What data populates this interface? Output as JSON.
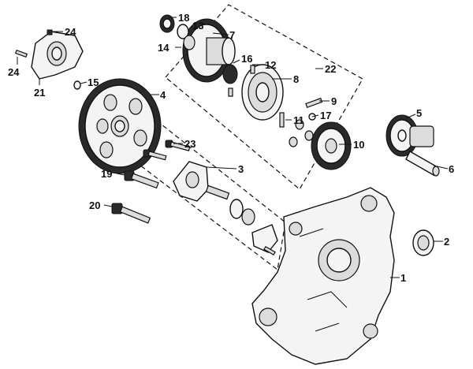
{
  "diagram": {
    "callouts": [
      "1",
      "2",
      "3",
      "4",
      "5",
      "6",
      "7",
      "8",
      "9",
      "10",
      "11",
      "12",
      "13",
      "14",
      "15",
      "16",
      "17",
      "18",
      "19",
      "20",
      "21",
      "22",
      "23",
      "24",
      "24"
    ]
  }
}
